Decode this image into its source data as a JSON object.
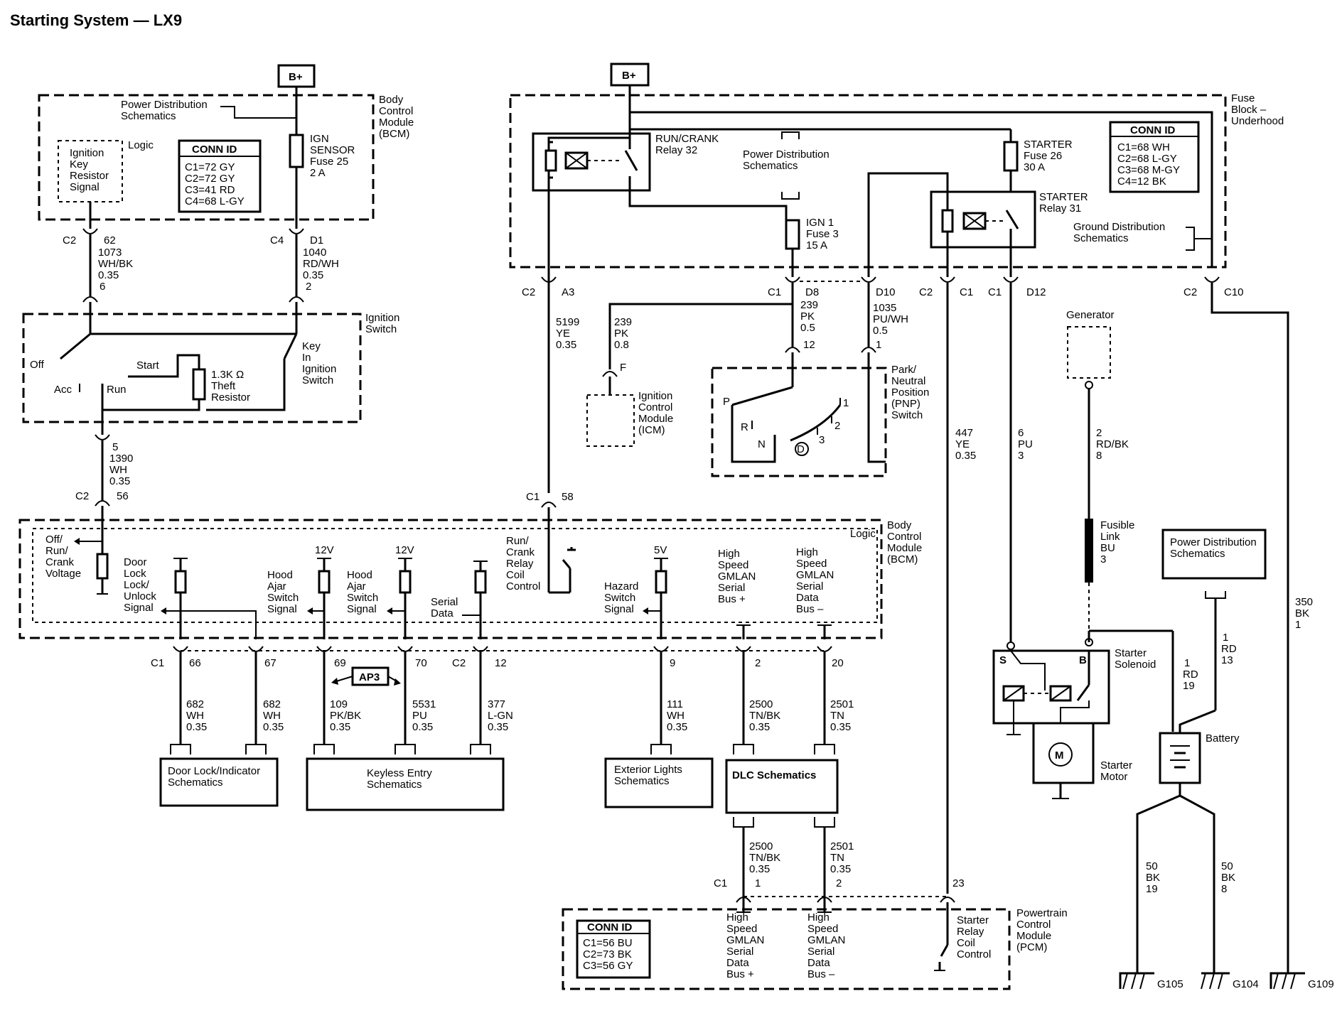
{
  "title": "Starting System — LX9",
  "bplus_left": "B+",
  "bplus_right": "B+",
  "bcm_top": {
    "name": [
      "Body",
      "Control",
      "Module",
      "(BCM)"
    ],
    "power_dist": [
      "Power Distribution",
      "Schematics"
    ],
    "logic": "Logic",
    "ign_key": [
      "Ignition",
      "Key",
      "Resistor",
      "Signal"
    ],
    "conn_title": "CONN ID",
    "conn": [
      "C1=72 GY",
      "C2=72 GY",
      "C3=41 RD",
      "C4=68 L-GY"
    ],
    "fuse": [
      "IGN",
      "SENSOR",
      "Fuse 25",
      "2 A"
    ]
  },
  "wires_top_left": {
    "c2": "C2",
    "pin62": "62",
    "w1": [
      "1073",
      "WH/BK",
      "0.35",
      "6"
    ],
    "c4": "C4",
    "d1": "D1",
    "w2": [
      "1040",
      "RD/WH",
      "0.35",
      "2"
    ]
  },
  "ign_switch": {
    "name": [
      "Ignition",
      "Switch"
    ],
    "off": "Off",
    "acc": "Acc",
    "run": "Run",
    "start": "Start",
    "resistor": [
      "1.3K Ω",
      "Theft",
      "Resistor"
    ],
    "key": [
      "Key",
      "In",
      "Ignition",
      "Switch"
    ]
  },
  "wire_1390": [
    "5",
    "1390",
    "WH",
    "0.35"
  ],
  "c2_56": {
    "c": "C2",
    "pin": "56"
  },
  "fuse_block": {
    "name": [
      "Fuse",
      "Block –",
      "Underhood"
    ],
    "runcrank": [
      "RUN/CRANK",
      "Relay 32"
    ],
    "power_dist": [
      "Power Distribution",
      "Schematics"
    ],
    "starter_fuse": [
      "STARTER",
      "Fuse 26",
      "30 A"
    ],
    "starter_relay": [
      "STARTER",
      "Relay 31"
    ],
    "ign1": [
      "IGN 1",
      "Fuse 3",
      "15 A"
    ],
    "ground_dist": [
      "Ground Distribution",
      "Schematics"
    ],
    "conn_title": "CONN ID",
    "conn": [
      "C1=68 WH",
      "C2=68 L-GY",
      "C3=68 M-GY",
      "C4=12 BK"
    ]
  },
  "fb_connectors": {
    "c2a3": [
      "C2",
      "A3"
    ],
    "c1d8": [
      "C1",
      "D8"
    ],
    "d10": "D10",
    "c2c1": [
      "C2",
      "C1"
    ],
    "c1d12": [
      "C1",
      "D12"
    ],
    "c2c10": [
      "C2",
      "C10"
    ]
  },
  "wires_mid": {
    "w5199": [
      "5199",
      "YE",
      "0.35"
    ],
    "w239a": [
      "239",
      "PK",
      "0.8"
    ],
    "w239b": [
      "239",
      "PK",
      "0.5",
      "12"
    ],
    "w1035": [
      "1035",
      "PU/WH",
      "0.5",
      "1"
    ],
    "w447": [
      "447",
      "YE",
      "0.35"
    ],
    "w6": [
      "6",
      "PU",
      "3"
    ],
    "w350": [
      "350",
      "BK",
      "1"
    ],
    "f": "F",
    "c1_58": [
      "C1",
      "58"
    ]
  },
  "icm": [
    "Ignition",
    "Control",
    "Module",
    "(ICM)"
  ],
  "pnp": {
    "name": [
      "Park/",
      "Neutral",
      "Position",
      "(PNP)",
      "Switch"
    ],
    "p": "P",
    "r": "R",
    "n": "N",
    "d": "D",
    "one": "1",
    "two": "2",
    "three": "3"
  },
  "generator": "Generator",
  "w2rdbk": [
    "2",
    "RD/BK",
    "8"
  ],
  "fusible": [
    "Fusible",
    "Link",
    "BU",
    "3"
  ],
  "pd_right": [
    "Power Distribution",
    "Schematics"
  ],
  "bcm_mid": {
    "name": [
      "Body",
      "Control",
      "Module",
      "(BCM)"
    ],
    "logic": "Logic",
    "offrun": [
      "Off/",
      "Run/",
      "Crank",
      "Voltage"
    ],
    "doorlock": [
      "Door",
      "Lock",
      "Lock/",
      "Unlock",
      "Signal"
    ],
    "hood1": [
      "Hood",
      "Ajar",
      "Switch",
      "Signal"
    ],
    "hood2": [
      "Hood",
      "Ajar",
      "Switch",
      "Signal"
    ],
    "serial": [
      "Serial",
      "Data"
    ],
    "runcrank": [
      "Run/",
      "Crank",
      "Relay",
      "Coil",
      "Control"
    ],
    "hazard": [
      "Hazard",
      "Switch",
      "Signal"
    ],
    "gmlan_p": [
      "High",
      "Speed",
      "GMLAN",
      "Serial",
      "Bus +"
    ],
    "gmlan_m": [
      "High",
      "Speed",
      "GMLAN",
      "Serial",
      "Data",
      "Bus –"
    ],
    "v12a": "12V",
    "v12b": "12V",
    "v5": "5V"
  },
  "bcm_pins": {
    "c1": "C1",
    "p66": "66",
    "p67": "67",
    "p69": "69",
    "p70": "70",
    "c2": "C2",
    "p12": "12",
    "p9": "9",
    "p2": "2",
    "p20": "20"
  },
  "ap3": "AP3",
  "wires_bottom": {
    "w682a": [
      "682",
      "WH",
      "0.35"
    ],
    "w682b": [
      "682",
      "WH",
      "0.35"
    ],
    "w109": [
      "109",
      "PK/BK",
      "0.35"
    ],
    "w5531": [
      "5531",
      "PU",
      "0.35"
    ],
    "w377": [
      "377",
      "L-GN",
      "0.35"
    ],
    "w111": [
      "111",
      "WH",
      "0.35"
    ],
    "w2500": [
      "2500",
      "TN/BK",
      "0.35"
    ],
    "w2501": [
      "2501",
      "TN",
      "0.35"
    ]
  },
  "boxes": {
    "doorlock": [
      "Door Lock/Indicator",
      "Schematics"
    ],
    "keyless": [
      "Keyless Entry",
      "Schematics"
    ],
    "extlights": [
      "Exterior Lights",
      "Schematics"
    ],
    "dlc": "DLC Schematics"
  },
  "dlc_lower": {
    "w2500": [
      "2500",
      "TN/BK",
      "0.35",
      "1"
    ],
    "w2501": [
      "2501",
      "TN",
      "0.35",
      "2"
    ],
    "c1": "C1",
    "p23": "23"
  },
  "pcm": {
    "name": [
      "Powertrain",
      "Control",
      "Module",
      "(PCM)"
    ],
    "conn_title": "CONN ID",
    "conn": [
      "C1=56 BU",
      "C2=73 BK",
      "C3=56 GY"
    ],
    "gp": [
      "High",
      "Speed",
      "GMLAN",
      "Serial",
      "Data",
      "Bus +"
    ],
    "gm": [
      "High",
      "Speed",
      "GMLAN",
      "Serial",
      "Data",
      "Bus –"
    ],
    "starter": [
      "Starter",
      "Relay",
      "Coil",
      "Control"
    ]
  },
  "starter": {
    "solenoid": [
      "Starter",
      "Solenoid"
    ],
    "s": "S",
    "b": "B",
    "motor": [
      "Starter",
      "Motor"
    ],
    "m": "M"
  },
  "battery": {
    "name": "Battery",
    "w1rd19": [
      "1",
      "RD",
      "19"
    ],
    "w1rd13": [
      "1",
      "RD",
      "13"
    ],
    "w50a": [
      "50",
      "BK",
      "19"
    ],
    "w50b": [
      "50",
      "BK",
      "8"
    ]
  },
  "grounds": {
    "g105": "G105",
    "g104": "G104",
    "g109": "G109"
  }
}
